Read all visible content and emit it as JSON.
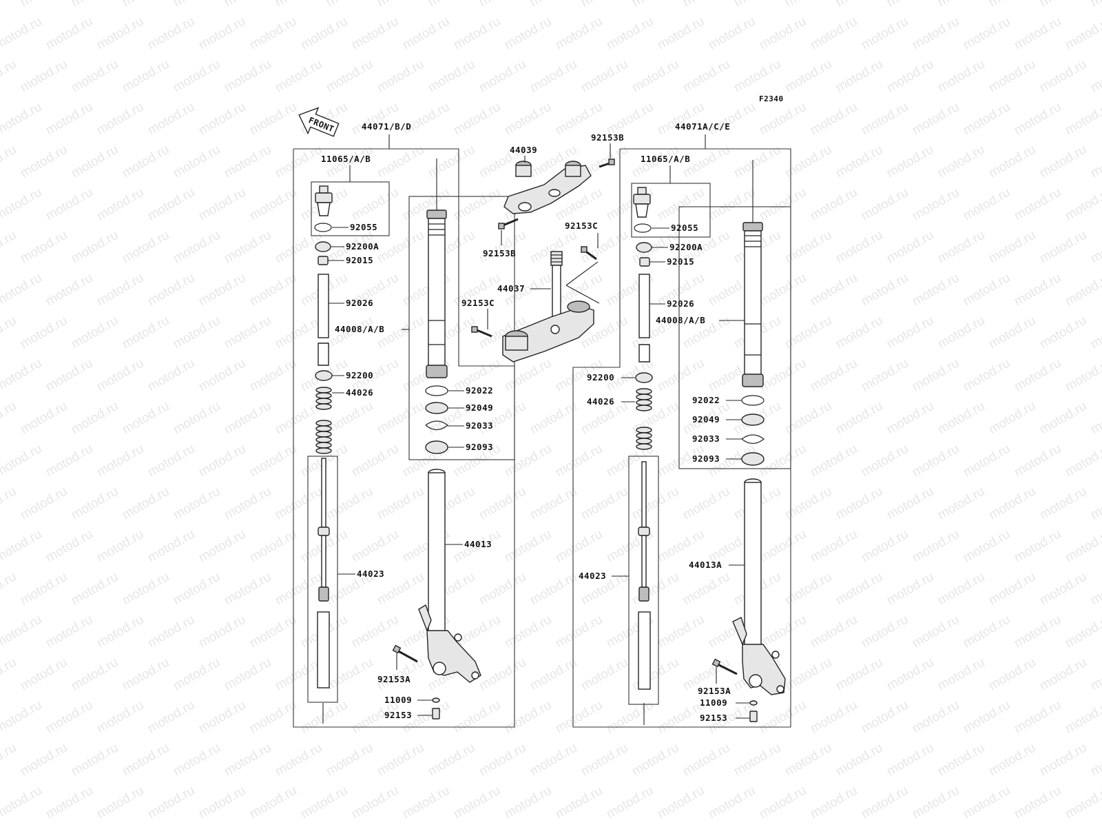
{
  "watermark_text": "motod.ru",
  "figure_code": "F2340",
  "front_arrow_label": "FRONT",
  "left_fork": {
    "assembly": "44071/B/D",
    "cap_group": "11065/A/B",
    "oring": "92055",
    "washer": "92200A",
    "nut": "92015",
    "pipe": "92026",
    "outer_tube": "44008/A/B",
    "spring_seat": "92200",
    "spring": "44026",
    "oil_seal_ring": "92022",
    "oil_seal": "92049",
    "circlip": "92033",
    "dust_seal": "92093",
    "inner_tube": "44013",
    "cylinder": "44023",
    "axle_bolt": "92153A",
    "gasket": "11009",
    "bottom_bolt": "92153"
  },
  "right_fork": {
    "assembly": "44071A/C/E",
    "cap_group": "11065/A/B",
    "oring": "92055",
    "washer": "92200A",
    "nut": "92015",
    "pipe": "92026",
    "outer_tube": "44008/A/B",
    "spring_seat": "92200",
    "spring": "44026",
    "oil_seal_ring": "92022",
    "oil_seal": "92049",
    "circlip": "92033",
    "dust_seal": "92093",
    "inner_tube": "44013A",
    "cylinder": "44023",
    "axle_bolt": "92153A",
    "gasket": "11009",
    "bottom_bolt": "92153"
  },
  "center": {
    "upper_bracket": "44039",
    "upper_bolt_top": "92153B",
    "upper_bolt_bottom": "92153B",
    "stem_bolt_top": "92153C",
    "stem_bolt_left": "92153C",
    "stem": "44037"
  }
}
